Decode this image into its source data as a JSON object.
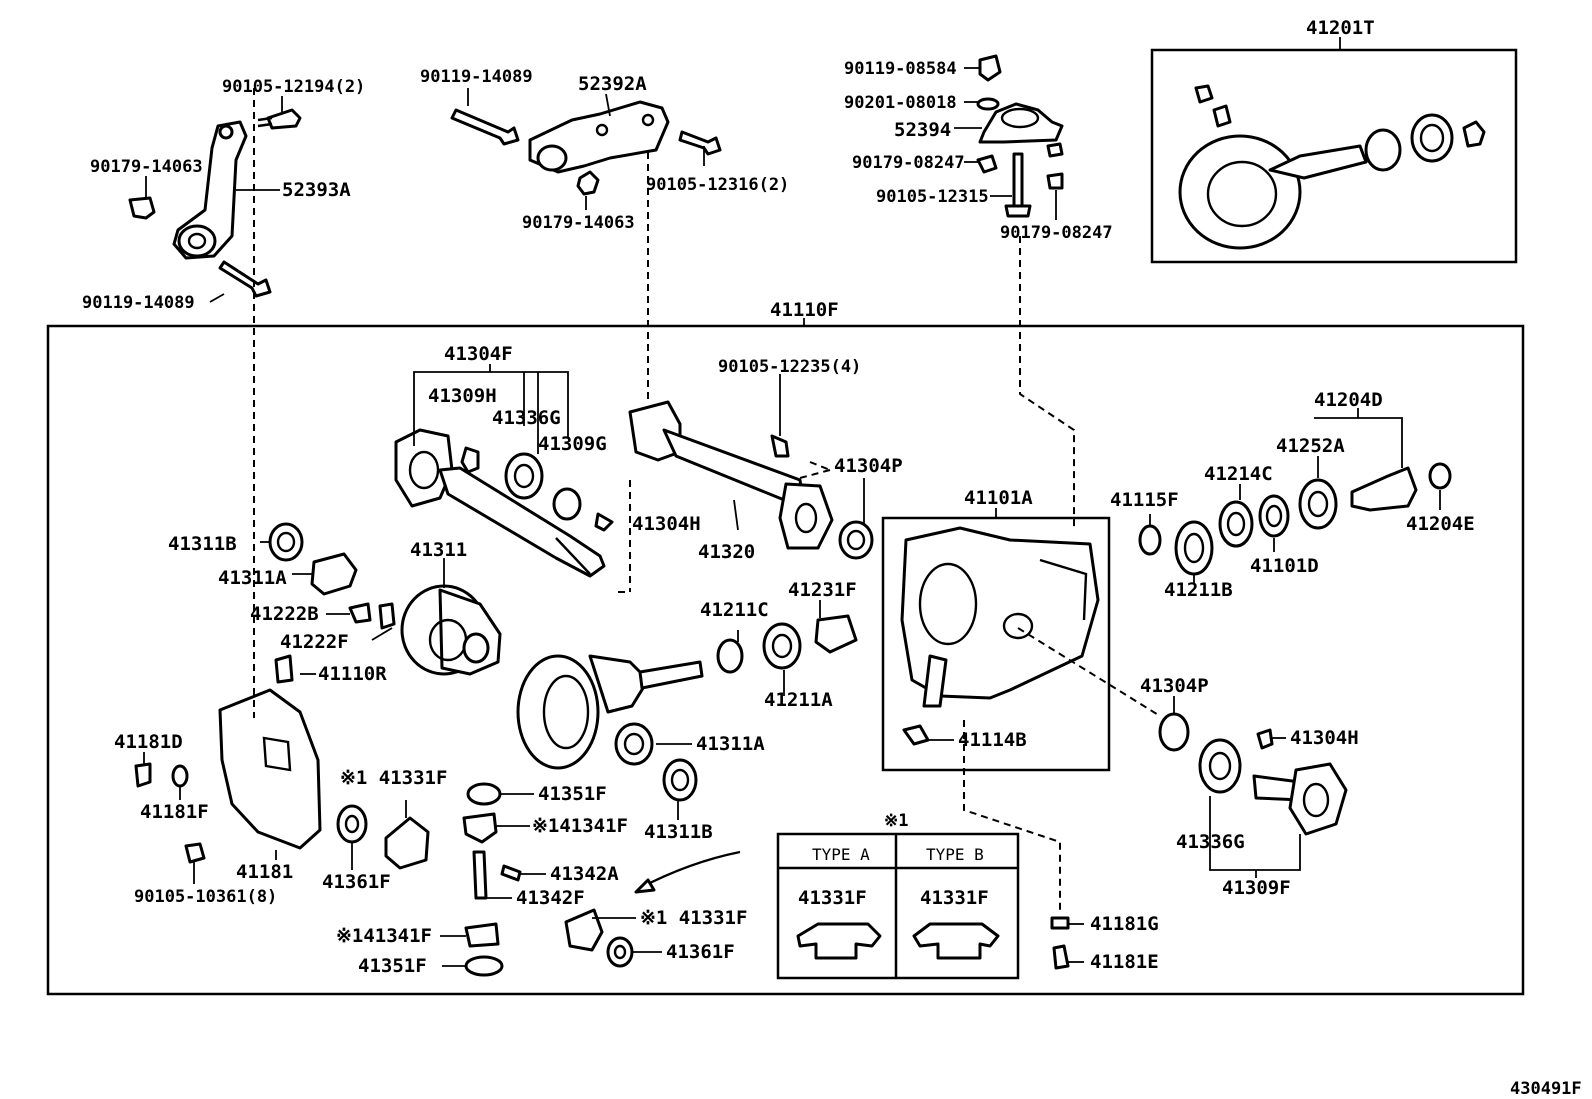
{
  "labels": {
    "p41201T": "41201T",
    "p41110F": "41110F",
    "p90105_12194": "90105-12194(2)",
    "p90179_14063_a": "90179-14063",
    "p52393A": "52393A",
    "p90119_14089_a": "90119-14089",
    "p90119_14089_b": "90119-14089",
    "p52392A": "52392A",
    "p90105_12316": "90105-12316(2)",
    "p90179_14063_b": "90179-14063",
    "p90119_08584": "90119-08584",
    "p90201_08018": "90201-08018",
    "p52394": "52394",
    "p90179_08247_a": "90179-08247",
    "p90105_12315": "90105-12315",
    "p90179_08247_b": "90179-08247",
    "p41304F": "41304F",
    "p41309H": "41309H",
    "p41336G_a": "41336G",
    "p41309G": "41309G",
    "p41304H_a": "41304H",
    "p41320": "41320",
    "p90105_12235": "90105-12235(4)",
    "p41304P_a": "41304P",
    "p41311B_a": "41311B",
    "p41311A_a": "41311A",
    "p41311": "41311",
    "p41222B": "41222B",
    "p41222F": "41222F",
    "p41110R": "41110R",
    "p41211C": "41211C",
    "p41231F": "41231F",
    "p41211A": "41211A",
    "p41311A_b": "41311A",
    "p41311B_b": "41311B",
    "p41101A": "41101A",
    "p41114B": "41114B",
    "p41115F": "41115F",
    "p41214C": "41214C",
    "p41252A": "41252A",
    "p41204D": "41204D",
    "p41204E": "41204E",
    "p41211B": "41211B",
    "p41101D": "41101D",
    "p41304P_b": "41304P",
    "p41304H_b": "41304H",
    "p41336G_b": "41336G",
    "p41309F": "41309F",
    "p41181D": "41181D",
    "p41181F": "41181F",
    "p41181": "41181",
    "p90105_10361": "90105-10361(8)",
    "p41331F_a": "※1 41331F",
    "p41361F_a": "41361F",
    "p41351F_a": "41351F",
    "p41341F_a": "※141341F",
    "p41342A": "41342A",
    "p41342F": "41342F",
    "p41331F_b": "※1 41331F",
    "p41361F_b": "41361F",
    "p41341F_b": "※141341F",
    "p41351F_b": "41351F",
    "p41181G": "41181G",
    "p41181E": "41181E"
  },
  "note_table": {
    "mark": "※1",
    "type_a": "TYPE A",
    "type_b": "TYPE B",
    "part_a": "41331F",
    "part_b": "41331F"
  },
  "figure_code": "430491F"
}
